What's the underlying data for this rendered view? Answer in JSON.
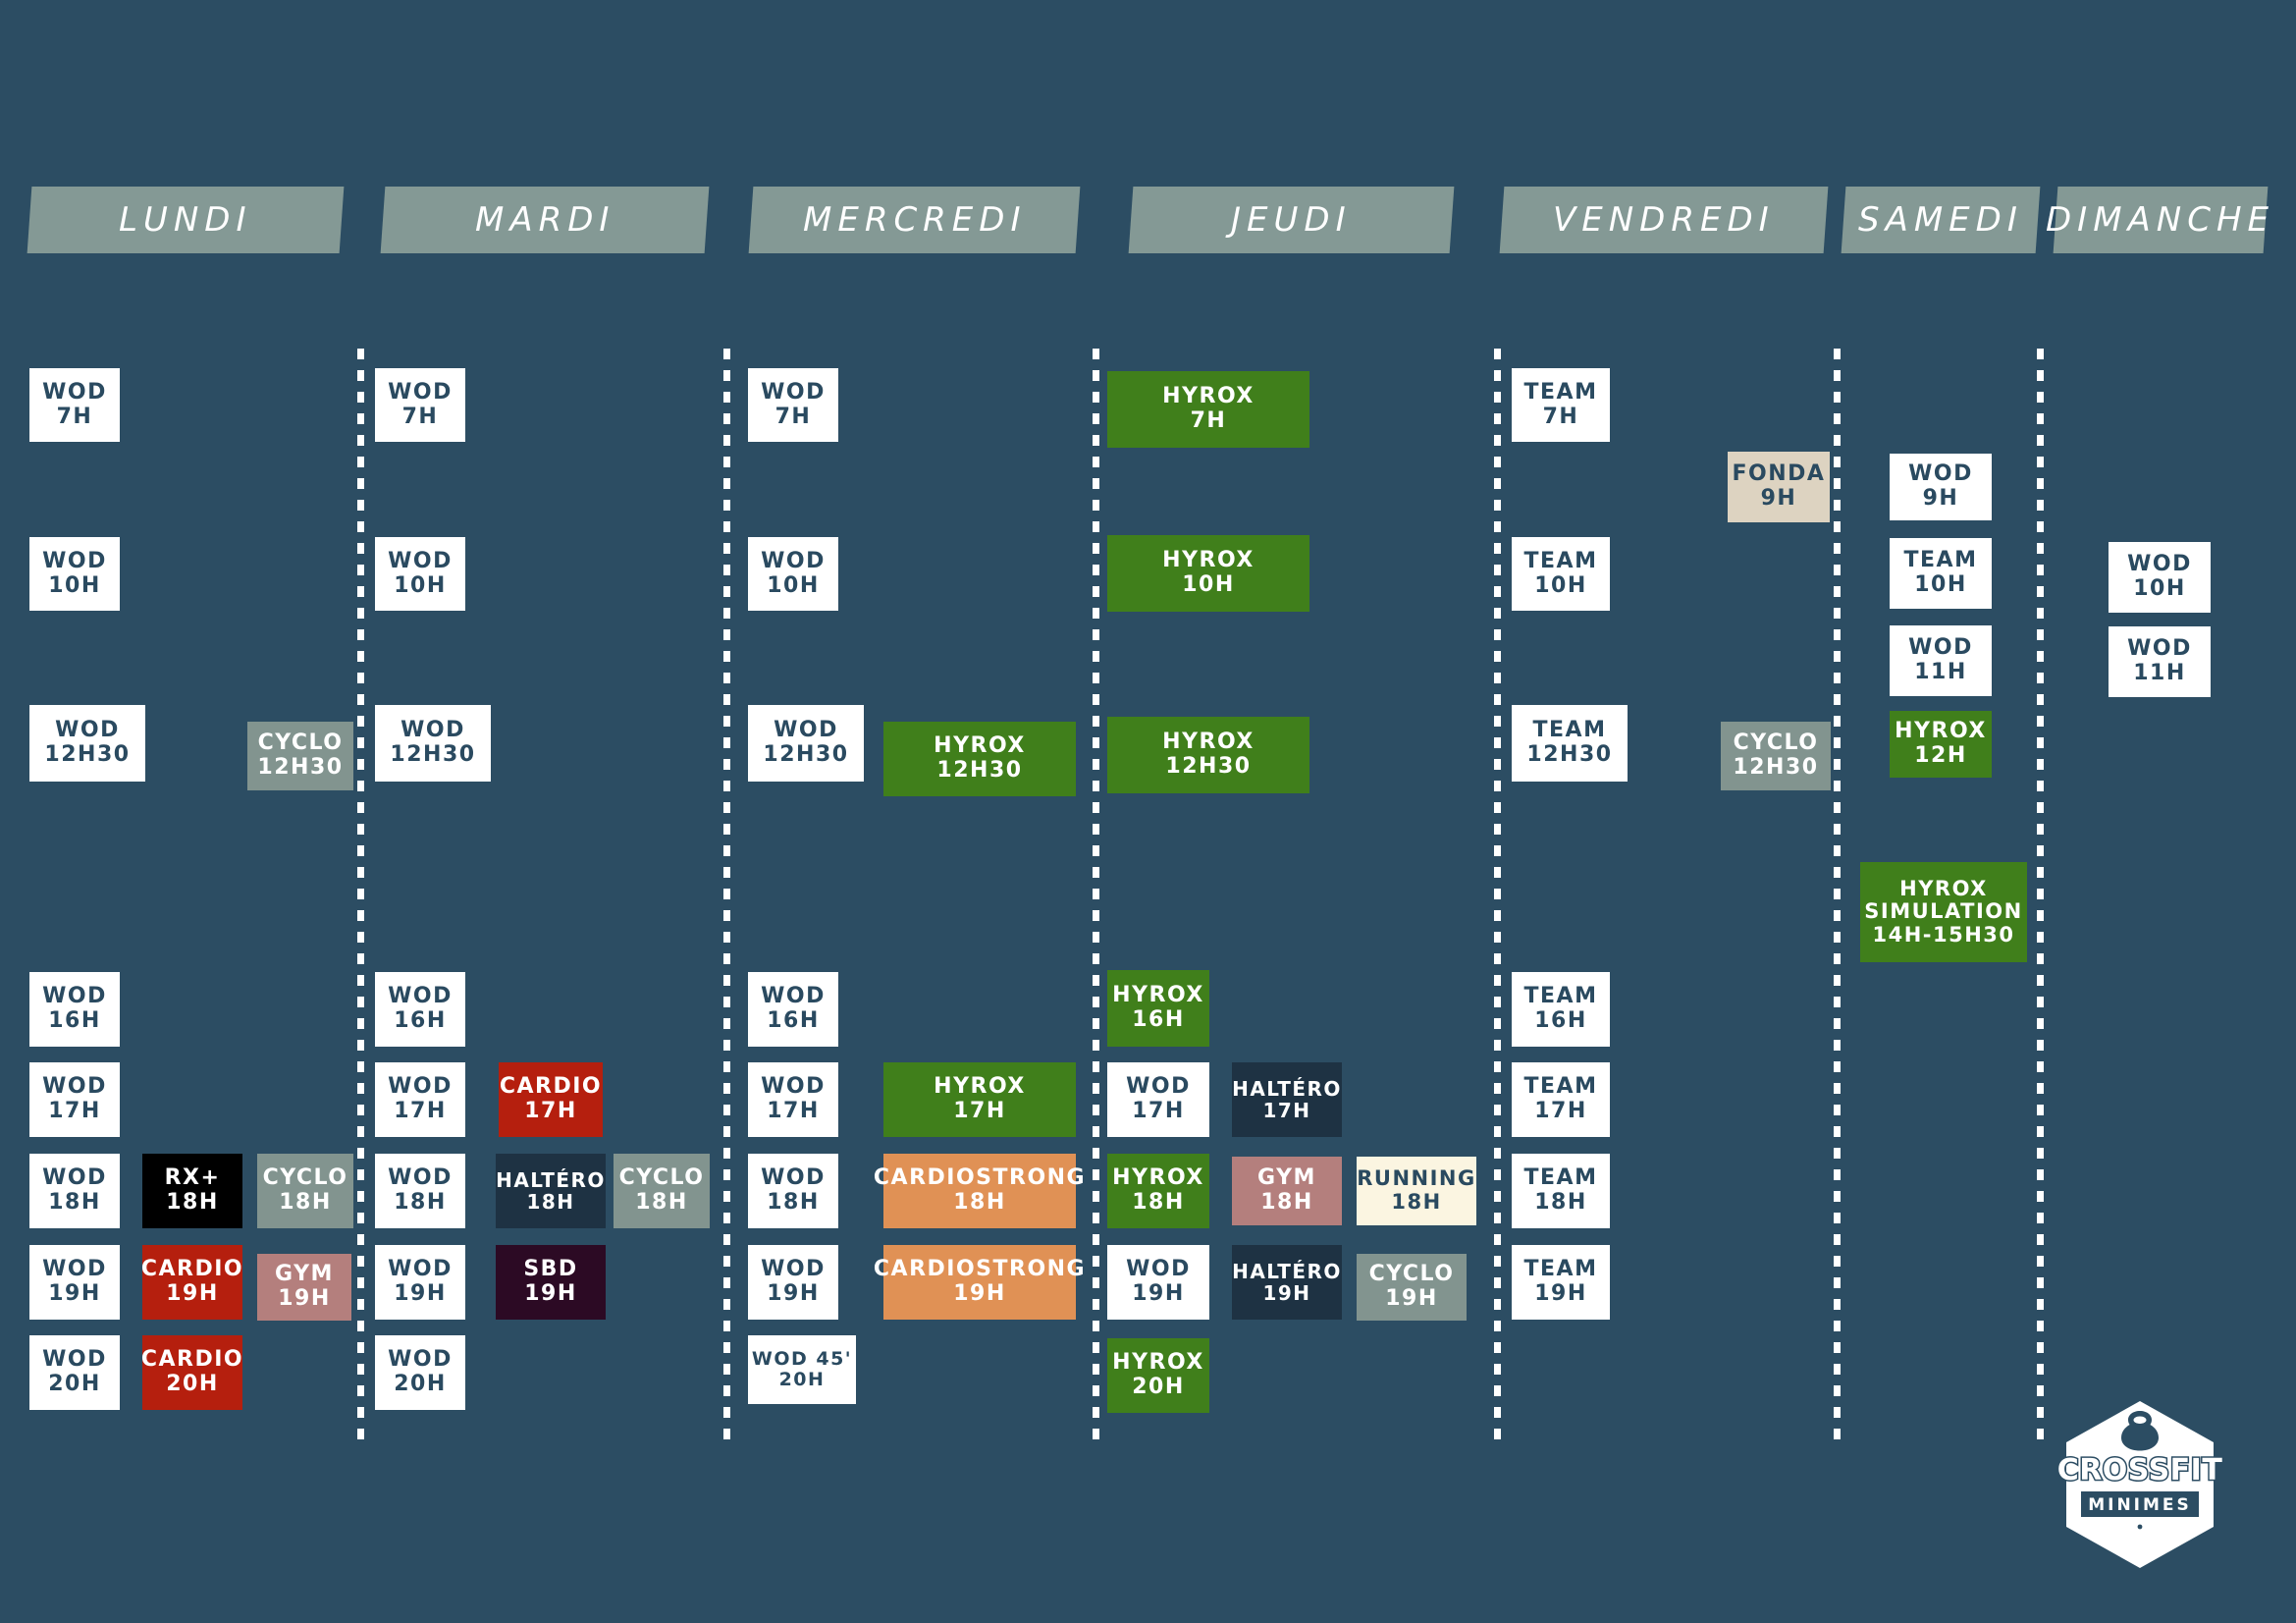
{
  "palette": {
    "background": "#2c4d63",
    "header_chip": "#849995",
    "wod": "#ffffff",
    "wod_text": "#2a4a60",
    "hyrox": "#407f1b",
    "cyclo": "#82948f",
    "cardio": "#b51f0e",
    "cardiostrong": "#e09155",
    "haltero": "#1e3243",
    "gym": "#b47f7d",
    "rxplus": "#000000",
    "sbd": "#2c0a24",
    "running": "#fbf5e1",
    "fonda": "#ddd3c1"
  },
  "headers": [
    {
      "label": "LUNDI"
    },
    {
      "label": "MARDI"
    },
    {
      "label": "MERCREDI"
    },
    {
      "label": "JEUDI"
    },
    {
      "label": "VENDREDI"
    },
    {
      "label": "SAMEDI"
    },
    {
      "label": "DIMANCHE"
    }
  ],
  "days": {
    "lundi": {
      "name": "LUNDI",
      "classes": [
        {
          "title": "WOD",
          "time": "7H",
          "type": "wod"
        },
        {
          "title": "WOD",
          "time": "10H",
          "type": "wod"
        },
        {
          "title": "WOD",
          "time": "12H30",
          "type": "wod"
        },
        {
          "title": "CYCLO",
          "time": "12H30",
          "type": "cyclo"
        },
        {
          "title": "WOD",
          "time": "16H",
          "type": "wod"
        },
        {
          "title": "WOD",
          "time": "17H",
          "type": "wod"
        },
        {
          "title": "WOD",
          "time": "18H",
          "type": "wod"
        },
        {
          "title": "RX+",
          "time": "18H",
          "type": "rxplus"
        },
        {
          "title": "CYCLO",
          "time": "18H",
          "type": "cyclo"
        },
        {
          "title": "WOD",
          "time": "19H",
          "type": "wod"
        },
        {
          "title": "CARDIO",
          "time": "19H",
          "type": "cardio"
        },
        {
          "title": "GYM",
          "time": "19H",
          "type": "gym"
        },
        {
          "title": "WOD",
          "time": "20H",
          "type": "wod"
        },
        {
          "title": "CARDIO",
          "time": "20H",
          "type": "cardio"
        }
      ]
    },
    "mardi": {
      "name": "MARDI",
      "classes": [
        {
          "title": "WOD",
          "time": "7H",
          "type": "wod"
        },
        {
          "title": "WOD",
          "time": "10H",
          "type": "wod"
        },
        {
          "title": "WOD",
          "time": "12H30",
          "type": "wod"
        },
        {
          "title": "WOD",
          "time": "16H",
          "type": "wod"
        },
        {
          "title": "WOD",
          "time": "17H",
          "type": "wod"
        },
        {
          "title": "CARDIO",
          "time": "17H",
          "type": "cardio"
        },
        {
          "title": "WOD",
          "time": "18H",
          "type": "wod"
        },
        {
          "title": "HALTÉRO",
          "time": "18H",
          "type": "haltero"
        },
        {
          "title": "CYCLO",
          "time": "18H",
          "type": "cyclo"
        },
        {
          "title": "WOD",
          "time": "19H",
          "type": "wod"
        },
        {
          "title": "SBD",
          "time": "19H",
          "type": "sbd"
        },
        {
          "title": "WOD",
          "time": "20H",
          "type": "wod"
        }
      ]
    },
    "mercredi": {
      "name": "MERCREDI",
      "classes": [
        {
          "title": "WOD",
          "time": "7H",
          "type": "wod"
        },
        {
          "title": "WOD",
          "time": "10H",
          "type": "wod"
        },
        {
          "title": "WOD",
          "time": "12H30",
          "type": "wod"
        },
        {
          "title": "HYROX",
          "time": "12H30",
          "type": "hyrox"
        },
        {
          "title": "WOD",
          "time": "16H",
          "type": "wod"
        },
        {
          "title": "WOD",
          "time": "17H",
          "type": "wod"
        },
        {
          "title": "HYROX",
          "time": "17H",
          "type": "hyrox"
        },
        {
          "title": "WOD",
          "time": "18H",
          "type": "wod"
        },
        {
          "title": "CARDIOSTRONG",
          "time": "18H",
          "type": "cardiostrong"
        },
        {
          "title": "WOD",
          "time": "19H",
          "type": "wod"
        },
        {
          "title": "CARDIOSTRONG",
          "time": "19H",
          "type": "cardiostrong"
        },
        {
          "title": "WOD 45'",
          "time": "20H",
          "type": "wod"
        }
      ]
    },
    "jeudi": {
      "name": "JEUDI",
      "classes": [
        {
          "title": "HYROX",
          "time": "7H",
          "type": "hyrox"
        },
        {
          "title": "HYROX",
          "time": "10H",
          "type": "hyrox"
        },
        {
          "title": "HYROX",
          "time": "12H30",
          "type": "hyrox"
        },
        {
          "title": "HYROX",
          "time": "16H",
          "type": "hyrox"
        },
        {
          "title": "WOD",
          "time": "17H",
          "type": "wod"
        },
        {
          "title": "HALTÉRO",
          "time": "17H",
          "type": "haltero"
        },
        {
          "title": "HYROX",
          "time": "18H",
          "type": "hyrox"
        },
        {
          "title": "GYM",
          "time": "18H",
          "type": "gym"
        },
        {
          "title": "RUNNING",
          "time": "18H",
          "type": "running"
        },
        {
          "title": "WOD",
          "time": "19H",
          "type": "wod"
        },
        {
          "title": "HALTÉRO",
          "time": "19H",
          "type": "haltero"
        },
        {
          "title": "CYCLO",
          "time": "19H",
          "type": "cyclo"
        },
        {
          "title": "HYROX",
          "time": "20H",
          "type": "hyrox"
        }
      ]
    },
    "vendredi": {
      "name": "VENDREDI",
      "classes": [
        {
          "title": "TEAM",
          "time": "7H",
          "type": "wod"
        },
        {
          "title": "TEAM",
          "time": "10H",
          "type": "wod"
        },
        {
          "title": "TEAM",
          "time": "12H30",
          "type": "wod"
        },
        {
          "title": "TEAM",
          "time": "16H",
          "type": "wod"
        },
        {
          "title": "TEAM",
          "time": "17H",
          "type": "wod"
        },
        {
          "title": "TEAM",
          "time": "18H",
          "type": "wod"
        },
        {
          "title": "TEAM",
          "time": "19H",
          "type": "wod"
        }
      ]
    },
    "samedi": {
      "name": "SAMEDI",
      "classes": [
        {
          "title": "FONDA",
          "time": "9H",
          "type": "fonda"
        },
        {
          "title": "CYCLO",
          "time": "12H30",
          "type": "cyclo"
        },
        {
          "title": "WOD",
          "time": "9H",
          "type": "wod"
        },
        {
          "title": "TEAM",
          "time": "10H",
          "type": "wod"
        },
        {
          "title": "WOD",
          "time": "11H",
          "type": "wod"
        },
        {
          "title": "HYROX",
          "time": "12H",
          "type": "hyrox"
        },
        {
          "title": "HYROX SIMULATION",
          "time": "14H-15H30",
          "type": "hyrox"
        }
      ]
    },
    "dimanche": {
      "name": "DIMANCHE",
      "classes": [
        {
          "title": "WOD",
          "time": "10H",
          "type": "wod"
        },
        {
          "title": "WOD",
          "time": "11H",
          "type": "wod"
        }
      ]
    }
  },
  "logo": {
    "brand": "CROSSFIT",
    "location": "MINIMES",
    "icon": "kettlebell-icon"
  }
}
